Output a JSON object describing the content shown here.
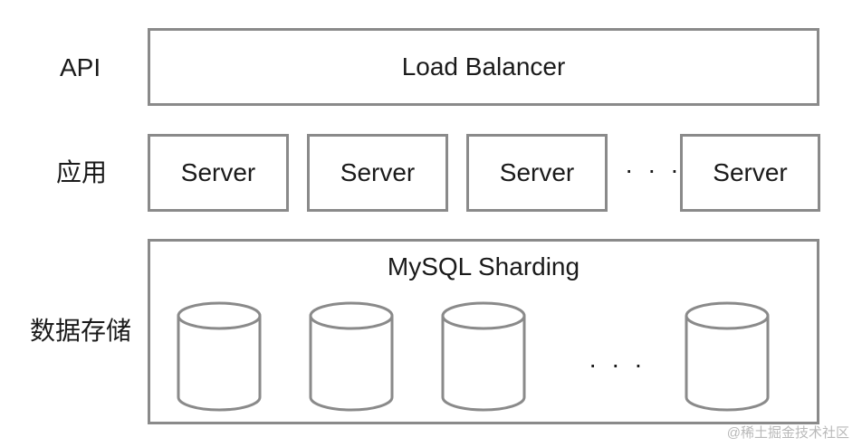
{
  "labels": {
    "api": "API",
    "app": "应用",
    "storage": "数据存储"
  },
  "load_balancer": "Load Balancer",
  "servers": [
    "Server",
    "Server",
    "Server",
    "Server"
  ],
  "ellipsis": "· · ·",
  "storage_title": "MySQL Sharding",
  "db_ellipsis": "· · ·",
  "watermark": "@稀土掘金技术社区"
}
